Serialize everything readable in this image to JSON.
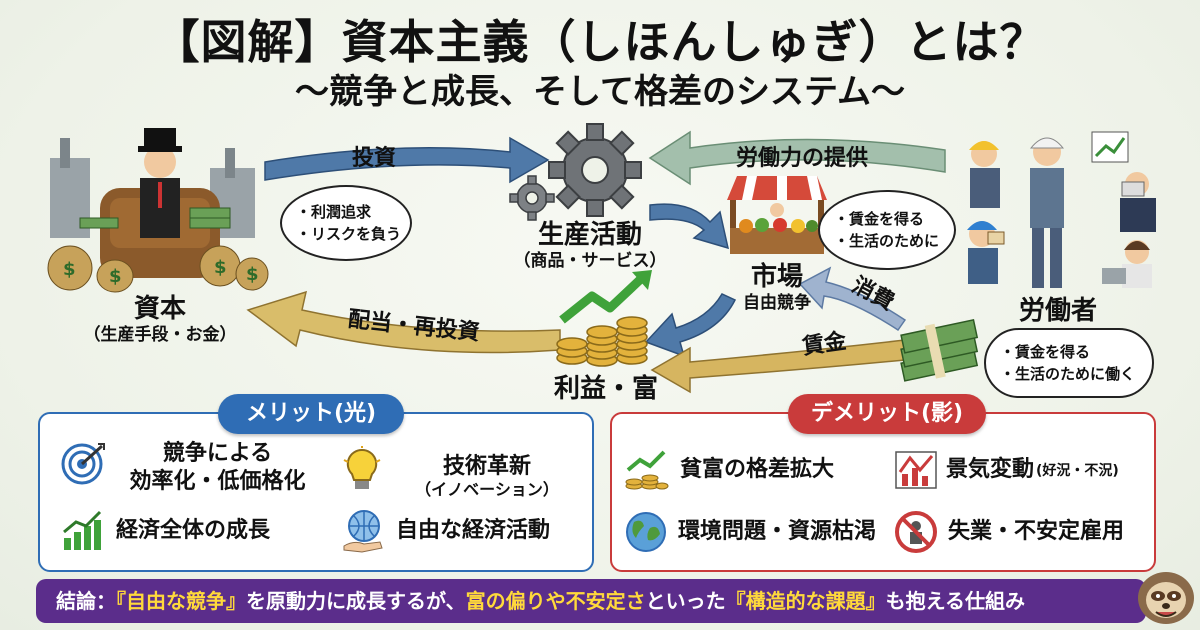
{
  "title": "【図解】資本主義（しほんしゅぎ）とは？",
  "subtitle": "〜競争と成長、そして格差のシステム〜",
  "capital": {
    "label": "資本",
    "sublabel": "（生産手段・お金）",
    "bubble": [
      "・利潤追求",
      "・リスクを負う"
    ]
  },
  "production": {
    "label": "生産活動",
    "sublabel": "（商品・サービス）"
  },
  "market": {
    "label": "市場",
    "sublabel": "自由競争"
  },
  "profit": {
    "label": "利益・富"
  },
  "worker": {
    "label": "労働者",
    "bubble_top": [
      "・賃金を得る",
      "・生活のために"
    ],
    "bubble_bottom": [
      "・賃金を得る",
      "・生活のために働く"
    ]
  },
  "arrows": {
    "investment": "投資",
    "labor": "労働力の提供",
    "consumption": "消費",
    "wage": "賃金",
    "dividend": "配当・再投資"
  },
  "merits": {
    "heading": "メリット(光)",
    "items": [
      {
        "icon": "target-icon",
        "text": "競争による\n効率化・低価格化"
      },
      {
        "icon": "lightbulb-icon",
        "text": "技術革新",
        "sub": "（イノベーション）"
      },
      {
        "icon": "growth-chart-icon",
        "text": "経済全体の成長"
      },
      {
        "icon": "globe-hand-icon",
        "text": "自由な経済活動"
      }
    ]
  },
  "demerits": {
    "heading": "デメリット(影)",
    "items": [
      {
        "icon": "coins-chart-icon",
        "text": "貧富の格差拡大"
      },
      {
        "icon": "fluctuation-chart-icon",
        "text": "景気変動",
        "sub": "(好況・不況)"
      },
      {
        "icon": "earth-icon",
        "text": "環境問題・資源枯渇"
      },
      {
        "icon": "no-entry-icon",
        "text": "失業・不安定雇用"
      }
    ]
  },
  "conclusion": {
    "prefix": "結論：",
    "hl1": "『自由な競争』",
    "mid1": "を原動力に成長するが、",
    "hl2": "富の偏りや不安定さ",
    "mid2": "といった",
    "hl3": "『構造的な課題』",
    "suffix": "も抱える仕組み"
  },
  "colors": {
    "merit_blue": "#2f6db5",
    "demerit_red": "#c93b3b",
    "arrow_blue": "#4f79a8",
    "arrow_green": "#8fb09a",
    "arrow_gold": "#c6a24c",
    "conclusion_purple": "#5b2d8b"
  }
}
